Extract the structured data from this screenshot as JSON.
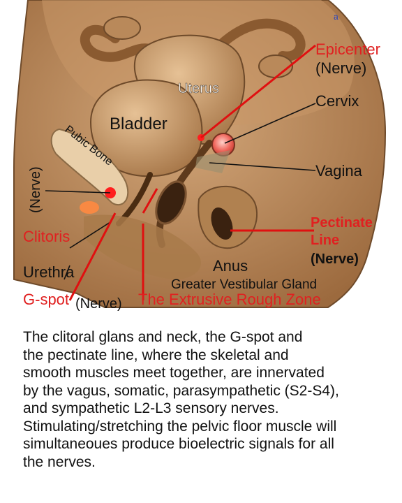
{
  "colors": {
    "background": "#ffffff",
    "tissue": "#b8875a",
    "tissue_dark": "#7a5230",
    "leader_red": "#e01010",
    "label_red": "#e02020",
    "label_black": "#111111"
  },
  "figure": {
    "stray_mark": "a",
    "labels": {
      "epicenter": "Epicenter",
      "epicenter_nerve": "(Nerve)",
      "uterus": "Uterus",
      "cervix": "Cervix",
      "bladder": "Bladder",
      "pubic_bone": "Pubic Bone",
      "vagina": "Vagina",
      "nerve_vertical": "(Nerve)",
      "clitoris": "Clitoris",
      "pectinate_1": "Pectinate",
      "pectinate_2": "Line",
      "pectinate_nerve": "(Nerve)",
      "anus": "Anus",
      "urethra": "Urethra",
      "greater_vestibular": "Greater Vestibular Gland",
      "gspot": "G-spot",
      "gspot_nerve": "(Nerve)",
      "rough_zone": "The Extrusive Rough Zone"
    }
  },
  "caption": "The clitoral glans and neck, the G-spot and\nthe pectinate line, where the skeletal and\nsmooth muscles meet together,  are innervated\nby the vagus, somatic, parasympathetic (S2-S4),\nand sympathetic L2-L3 sensory nerves.\nStimulating/stretching the pelvic floor muscle will\nsimultaneoues produce bioelectric signals for all\nthe nerves."
}
